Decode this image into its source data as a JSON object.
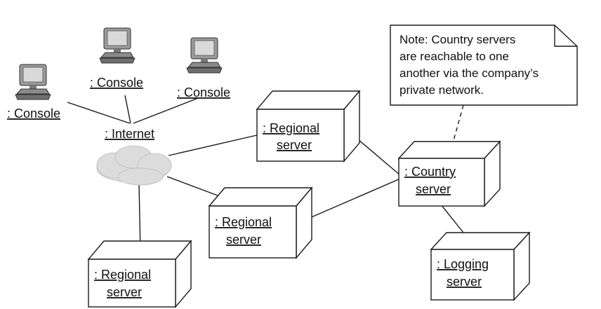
{
  "note": {
    "lines": [
      "Note: Country servers",
      "are reachable to one",
      "another via the company’s",
      "private network."
    ]
  },
  "consoles": [
    {
      "label": ": Console",
      "icon": "computer-icon"
    },
    {
      "label": ": Console",
      "icon": "computer-icon"
    },
    {
      "label": ": Console",
      "icon": "computer-icon"
    }
  ],
  "internet": {
    "label": ": Internet",
    "icon": "cloud-icon"
  },
  "nodes": {
    "regional_top": {
      "line1": ": Regional",
      "line2": "server"
    },
    "regional_middle": {
      "line1": ": Regional",
      "line2": "server"
    },
    "regional_bottom": {
      "line1": ": Regional",
      "line2": "server"
    },
    "country": {
      "line1": ": Country",
      "line2": "server"
    },
    "logging": {
      "line1": ": Logging",
      "line2": "server"
    }
  },
  "colors": {
    "cloud": "#dcdcdc",
    "monitor": "#9a9a9a",
    "screen": "#d9d9d9",
    "line": "#1a1a1a"
  }
}
